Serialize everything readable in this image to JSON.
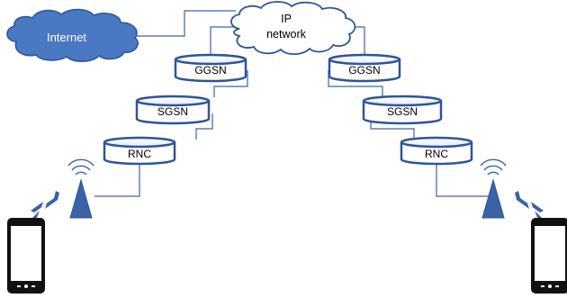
{
  "clouds": {
    "internet": {
      "label": "Internet",
      "fill": "#4A78C2",
      "text_color": "#ffffff"
    },
    "ip_network": {
      "line1": "IP",
      "line2": "network",
      "fill": "#ffffff",
      "text_color": "#000000"
    }
  },
  "left_chain": {
    "ggsn": "GGSN",
    "sgsn": "SGSN",
    "rnc": "RNC"
  },
  "right_chain": {
    "ggsn": "GGSN",
    "sgsn": "SGSN",
    "rnc": "RNC"
  },
  "colors": {
    "node_outline": "#2E5597",
    "line": "#3A63A6",
    "tower": "#3A63A6",
    "phone_body": "#111111",
    "phone_screen": "#ffffff"
  },
  "icons": {
    "tower": "cell-tower-icon",
    "phone": "smartphone-icon",
    "signal": "lightning-signal-icon"
  }
}
